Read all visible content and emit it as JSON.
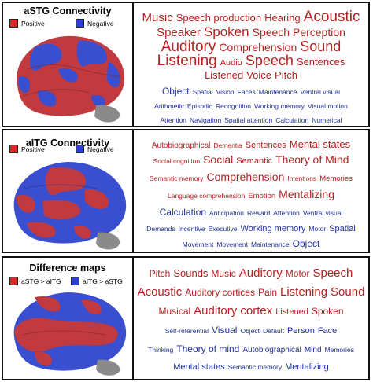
{
  "colors": {
    "red": "#b52020",
    "blue": "#1e2f9a",
    "brain_red": "#c03a40",
    "brain_blue": "#3a4fd0",
    "cerebellum": "#8a8a8a"
  },
  "panels": [
    {
      "title": "aSTG Connectivity",
      "legend": [
        {
          "label": "Positive",
          "color": "#d42a2a"
        },
        {
          "label": "Negative",
          "color": "#2b3fd8"
        }
      ],
      "cloud": [
        [
          {
            "t": "Music",
            "c": "r",
            "s": 15
          },
          {
            "t": "Speech production",
            "c": "r",
            "s": 13
          },
          {
            "t": "Hearing",
            "c": "r",
            "s": 13
          },
          {
            "t": "Acoustic",
            "c": "r",
            "s": 19
          }
        ],
        [
          {
            "t": "Speaker",
            "c": "r",
            "s": 15
          },
          {
            "t": "Spoken",
            "c": "r",
            "s": 17
          },
          {
            "t": "Speech Perception",
            "c": "r",
            "s": 14
          }
        ],
        [
          {
            "t": "Auditory",
            "c": "r",
            "s": 19
          },
          {
            "t": "Comprehension",
            "c": "r",
            "s": 14
          },
          {
            "t": "Sound",
            "c": "r",
            "s": 18
          }
        ],
        [
          {
            "t": "Listening",
            "c": "r",
            "s": 19
          },
          {
            "t": "Audio",
            "c": "r",
            "s": 11
          },
          {
            "t": "Speech",
            "c": "r",
            "s": 18
          },
          {
            "t": "Sentences",
            "c": "r",
            "s": 13
          }
        ],
        [
          {
            "t": "Listened",
            "c": "r",
            "s": 13
          },
          {
            "t": "Voice",
            "c": "r",
            "s": 13
          },
          {
            "t": "Pitch",
            "c": "r",
            "s": 13
          }
        ],
        [
          {
            "t": "Object",
            "c": "b",
            "s": 12
          },
          {
            "t": "Spatial",
            "c": "b",
            "s": 8.5
          },
          {
            "t": "Vision",
            "c": "b",
            "s": 8.5
          },
          {
            "t": "Faces",
            "c": "b",
            "s": 8.5
          },
          {
            "t": "Maintenance",
            "c": "b",
            "s": 8.5
          },
          {
            "t": "Ventral visual",
            "c": "b",
            "s": 8.5
          }
        ],
        [
          {
            "t": "Arithmetic",
            "c": "b",
            "s": 8.5
          },
          {
            "t": "Episodic",
            "c": "b",
            "s": 8.5
          },
          {
            "t": "Recognition",
            "c": "b",
            "s": 8.5
          },
          {
            "t": "Working memory",
            "c": "b",
            "s": 8.5
          },
          {
            "t": "Visual motion",
            "c": "b",
            "s": 8.5
          }
        ],
        [
          {
            "t": "Attention",
            "c": "b",
            "s": 8.5
          },
          {
            "t": "Navigation",
            "c": "b",
            "s": 8.5
          },
          {
            "t": "Spatial attention",
            "c": "b",
            "s": 8.5
          },
          {
            "t": "Calculation",
            "c": "b",
            "s": 8.5
          },
          {
            "t": "Numerical",
            "c": "b",
            "s": 8.5
          }
        ]
      ]
    },
    {
      "title": "aITG Connectivity",
      "legend": [
        {
          "label": "Positive",
          "color": "#d42a2a"
        },
        {
          "label": "Negative",
          "color": "#2b3fd8"
        }
      ],
      "cloud": [
        [
          {
            "t": "Autobiographical",
            "c": "r",
            "s": 10
          },
          {
            "t": "Dementia",
            "c": "r",
            "s": 8.5
          },
          {
            "t": "Sentences",
            "c": "r",
            "s": 11
          },
          {
            "t": "Mental states",
            "c": "r",
            "s": 13
          }
        ],
        [
          {
            "t": "Social cognition",
            "c": "r",
            "s": 8.5
          },
          {
            "t": "Social",
            "c": "r",
            "s": 14
          },
          {
            "t": "Semantic",
            "c": "r",
            "s": 11
          },
          {
            "t": "Theory of Mind",
            "c": "r",
            "s": 14
          }
        ],
        [
          {
            "t": "Semantic memory",
            "c": "r",
            "s": 8.5
          },
          {
            "t": "Comprehension",
            "c": "r",
            "s": 14
          },
          {
            "t": "Intentions",
            "c": "r",
            "s": 8.5
          },
          {
            "t": "Memories",
            "c": "r",
            "s": 9.5
          }
        ],
        [
          {
            "t": "Language comprehension",
            "c": "r",
            "s": 8.5
          },
          {
            "t": "Emotion",
            "c": "r",
            "s": 9.5
          },
          {
            "t": "Mentalizing",
            "c": "r",
            "s": 14
          }
        ],
        [
          {
            "t": "Calculation",
            "c": "b",
            "s": 12
          },
          {
            "t": "Anticipation",
            "c": "b",
            "s": 8.5
          },
          {
            "t": "Reward",
            "c": "b",
            "s": 8.5
          },
          {
            "t": "Attention",
            "c": "b",
            "s": 8.5
          },
          {
            "t": "Ventral visual",
            "c": "b",
            "s": 8.5
          }
        ],
        [
          {
            "t": "Demands",
            "c": "b",
            "s": 8.5
          },
          {
            "t": "Incentive",
            "c": "b",
            "s": 8.5
          },
          {
            "t": "Executive",
            "c": "b",
            "s": 8.5
          },
          {
            "t": "Working memory",
            "c": "b",
            "s": 11
          },
          {
            "t": "Motor",
            "c": "b",
            "s": 8.5
          },
          {
            "t": "Spatial",
            "c": "b",
            "s": 11
          }
        ],
        [
          {
            "t": "Movement",
            "c": "b",
            "s": 8.5
          },
          {
            "t": "Movement",
            "c": "b",
            "s": 8.5
          },
          {
            "t": "Maintenance",
            "c": "b",
            "s": 8.5
          },
          {
            "t": "Object",
            "c": "b",
            "s": 12
          }
        ]
      ]
    },
    {
      "title": "Difference maps",
      "legend": [
        {
          "label": "aSTG > aITG",
          "color": "#d42a2a"
        },
        {
          "label": "aITG > aSTG",
          "color": "#2b3fd8"
        }
      ],
      "cloud": [
        [
          {
            "t": "Pitch",
            "c": "r",
            "s": 12
          },
          {
            "t": "Sounds",
            "c": "r",
            "s": 13
          },
          {
            "t": "Music",
            "c": "r",
            "s": 12
          },
          {
            "t": "Auditory",
            "c": "r",
            "s": 15
          },
          {
            "t": "Motor",
            "c": "r",
            "s": 12
          },
          {
            "t": "Speech",
            "c": "r",
            "s": 15
          }
        ],
        [
          {
            "t": "Acoustic",
            "c": "r",
            "s": 15
          },
          {
            "t": "Auditory cortices",
            "c": "r",
            "s": 12
          },
          {
            "t": "Pain",
            "c": "r",
            "s": 12
          },
          {
            "t": "Listening",
            "c": "r",
            "s": 15
          },
          {
            "t": "Sound",
            "c": "r",
            "s": 15
          }
        ],
        [
          {
            "t": "Musical",
            "c": "r",
            "s": 12
          },
          {
            "t": "Auditory cortex",
            "c": "r",
            "s": 15
          },
          {
            "t": "Listened",
            "c": "r",
            "s": 11
          },
          {
            "t": "Spoken",
            "c": "r",
            "s": 12
          }
        ],
        [
          {
            "t": "Self-referential",
            "c": "b",
            "s": 8.5
          },
          {
            "t": "Visual",
            "c": "b",
            "s": 12
          },
          {
            "t": "Object",
            "c": "b",
            "s": 8.5
          },
          {
            "t": "Default",
            "c": "b",
            "s": 8.5
          },
          {
            "t": "Person",
            "c": "b",
            "s": 11
          },
          {
            "t": "Face",
            "c": "b",
            "s": 11
          }
        ],
        [
          {
            "t": "Thinking",
            "c": "b",
            "s": 8.5
          },
          {
            "t": "Theory of mind",
            "c": "b",
            "s": 12
          },
          {
            "t": "Autobiographical",
            "c": "b",
            "s": 10
          },
          {
            "t": "Mind",
            "c": "b",
            "s": 10
          },
          {
            "t": "Memories",
            "c": "b",
            "s": 8.5
          }
        ],
        [
          {
            "t": "Mental states",
            "c": "b",
            "s": 11
          },
          {
            "t": "Semantic memory",
            "c": "b",
            "s": 8.5
          },
          {
            "t": "Mentalizing",
            "c": "b",
            "s": 11
          }
        ]
      ]
    }
  ]
}
